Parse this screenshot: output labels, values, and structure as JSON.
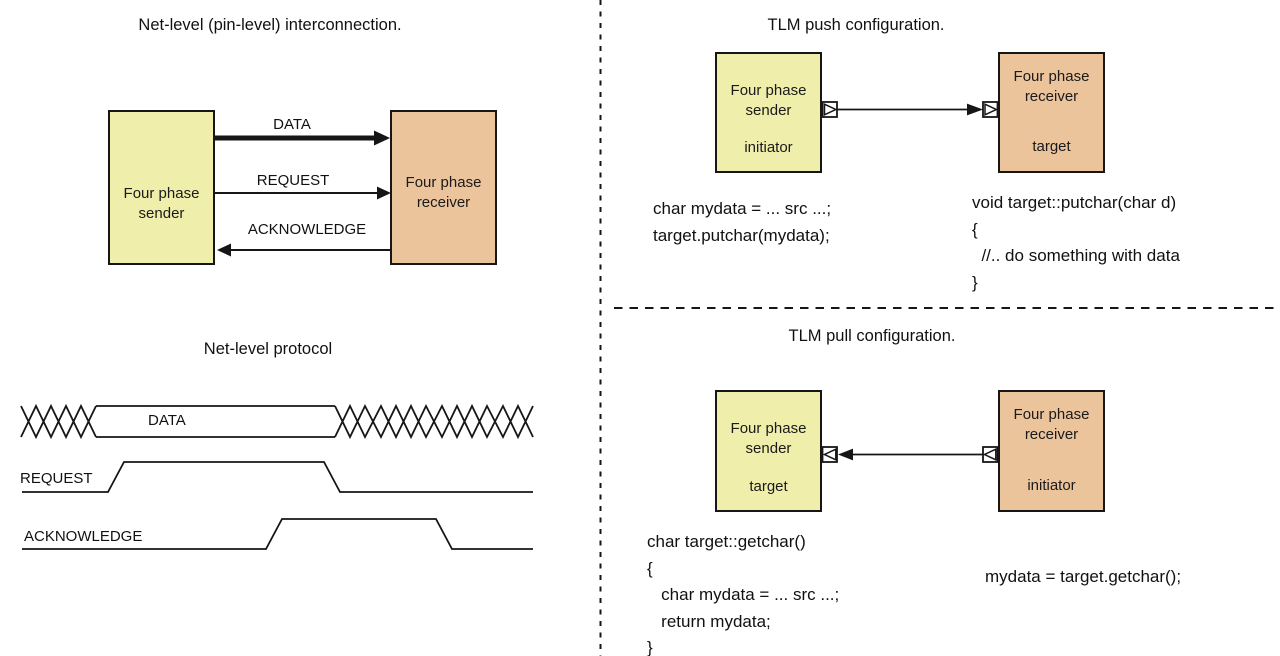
{
  "colors": {
    "sender_fill": "#f0eeab",
    "receiver_fill": "#ecc49c",
    "line": "#161616"
  },
  "net_level": {
    "title": "Net-level (pin-level) interconnection.",
    "sender": {
      "line1": "Four phase",
      "line2": "sender"
    },
    "receiver": {
      "line1": "Four phase",
      "line2": "receiver"
    },
    "signals": {
      "data": "DATA",
      "request": "REQUEST",
      "acknowledge": "ACKNOWLEDGE"
    }
  },
  "protocol": {
    "title": "Net-level protocol",
    "bus_label": "DATA",
    "request_label": "REQUEST",
    "acknowledge_label": "ACKNOWLEDGE"
  },
  "push": {
    "title": "TLM push configuration.",
    "sender": {
      "line1": "Four phase",
      "line2": "sender",
      "role": "initiator"
    },
    "receiver": {
      "line1": "Four phase",
      "line2": "receiver",
      "role": "target"
    },
    "code_left": [
      "char mydata = ... src ...;",
      "target.putchar(mydata);"
    ],
    "code_right": [
      "void target::putchar(char d)",
      "{",
      "  //.. do something with data",
      "}"
    ]
  },
  "pull": {
    "title": "TLM pull configuration.",
    "sender": {
      "line1": "Four phase",
      "line2": "sender",
      "role": "target"
    },
    "receiver": {
      "line1": "Four phase",
      "line2": "receiver",
      "role": "initiator"
    },
    "code_left": [
      "char target::getchar()",
      "{",
      "   char mydata = ... src ...;",
      "   return mydata;",
      "}"
    ],
    "code_right": [
      "mydata = target.getchar();"
    ]
  }
}
